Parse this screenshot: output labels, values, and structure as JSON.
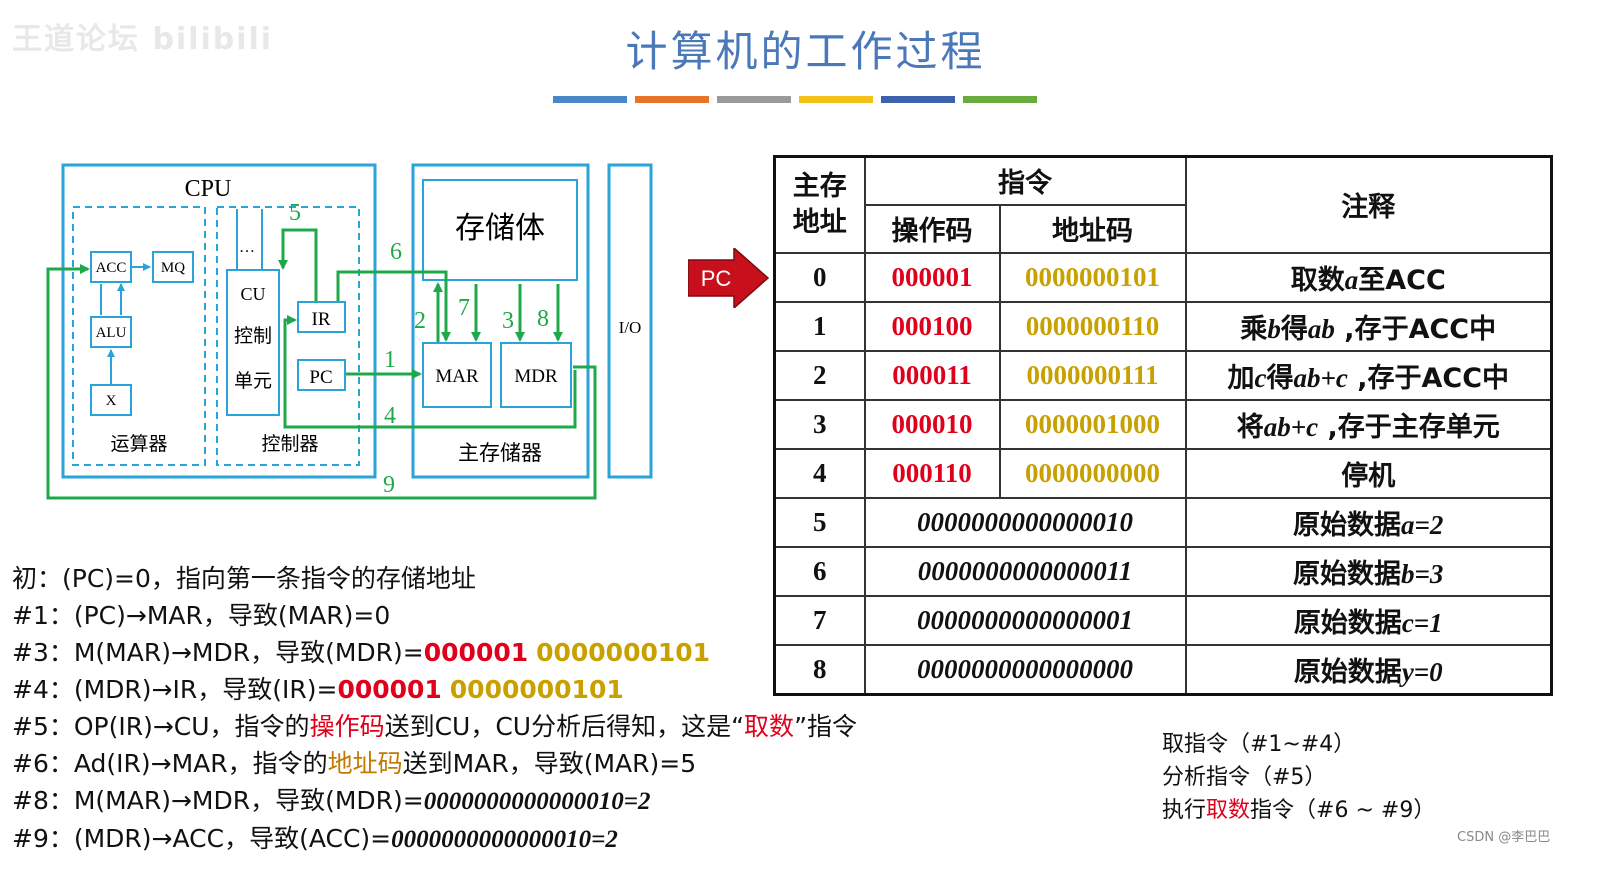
{
  "watermark": "王道论坛 bilibili",
  "title": "计算机的工作过程",
  "color_bar": [
    "#4a86c8",
    "#e8742a",
    "#9a9a9a",
    "#f2c11a",
    "#3c62ae",
    "#6aab3e"
  ],
  "diagram": {
    "cpu_label": "CPU",
    "acc": "ACC",
    "mq": "MQ",
    "alu": "ALU",
    "x": "X",
    "alu_group": "运算器",
    "cu": "CU",
    "cu_sub1": "控制",
    "cu_sub2": "单元",
    "ellipsis": "…",
    "ir": "IR",
    "pc": "PC",
    "ctrl_group": "控制器",
    "storage_body": "存储体",
    "mar": "MAR",
    "mdr": "MDR",
    "main_memory": "主存储器",
    "io": "I/O",
    "step_numbers": [
      "1",
      "2",
      "3",
      "4",
      "5",
      "6",
      "7",
      "8",
      "9"
    ],
    "colors": {
      "box": "#2aa4d8",
      "path": "#1fa84a"
    }
  },
  "pc_pointer": "PC",
  "table": {
    "headers": {
      "address": [
        "主存",
        "地址"
      ],
      "instruction": "指令",
      "opcode": "操作码",
      "addrcode": "地址码",
      "comment": "注释"
    },
    "instr_rows": [
      {
        "addr": "0",
        "op": "000001",
        "ad": "0000000101",
        "cmt": [
          "取数",
          "a",
          "至ACC"
        ]
      },
      {
        "addr": "1",
        "op": "000100",
        "ad": "0000000110",
        "cmt": [
          "乘",
          "b",
          "得",
          "ab",
          " ,存于ACC中"
        ]
      },
      {
        "addr": "2",
        "op": "000011",
        "ad": "0000000111",
        "cmt": [
          "加",
          "c",
          "得",
          "ab+c",
          "  ,存于ACC中"
        ]
      },
      {
        "addr": "3",
        "op": "000010",
        "ad": "0000001000",
        "cmt": [
          "将",
          "ab+c",
          " ,存于主存单元"
        ]
      },
      {
        "addr": "4",
        "op": "000110",
        "ad": "0000000000",
        "cmt": [
          "停机"
        ]
      }
    ],
    "data_rows": [
      {
        "addr": "5",
        "val": "0000000000000010",
        "cmt": [
          "原始数据",
          "a=2"
        ]
      },
      {
        "addr": "6",
        "val": "0000000000000011",
        "cmt": [
          "原始数据",
          "b=3"
        ]
      },
      {
        "addr": "7",
        "val": "0000000000000001",
        "cmt": [
          "原始数据",
          "c=1"
        ]
      },
      {
        "addr": "8",
        "val": "0000000000000000",
        "cmt": [
          "原始数据",
          "y=0"
        ]
      }
    ]
  },
  "steps": {
    "s0": "初：(PC)=0，指向第一条指令的存储地址",
    "s1": "#1：(PC)→MAR，导致(MAR)=0",
    "s3": "#3：M(MAR)→MDR，导致(MDR)=",
    "s3_op": "000001",
    "s3_ad": "0000000101",
    "s4": "#4：(MDR)→IR，导致(IR)=",
    "s4_op": "000001",
    "s4_ad": "0000000101",
    "s5_a": "#5：OP(IR)→CU，指令的",
    "s5_b": "操作码",
    "s5_c": "送到CU，CU分析后得知，这是“",
    "s5_d": "取数",
    "s5_e": "”指令",
    "s6_a": "#6：Ad(IR)→MAR，指令的",
    "s6_b": "地址码",
    "s6_c": "送到MAR，导致(MAR)=5",
    "s8_a": "#8：M(MAR)→MDR，导致(MDR)=",
    "s8_b": "0000000000000010=2",
    "s9_a": "#9：(MDR)→ACC，导致(ACC)=",
    "s9_b": "0000000000000010=2"
  },
  "phases": {
    "p1": "取指令（#1~#4）",
    "p2": "分析指令（#5）",
    "p3_a": "执行",
    "p3_b": "取数",
    "p3_c": "指令（#6 ~ #9）"
  },
  "credit": "CSDN @李巴巴"
}
